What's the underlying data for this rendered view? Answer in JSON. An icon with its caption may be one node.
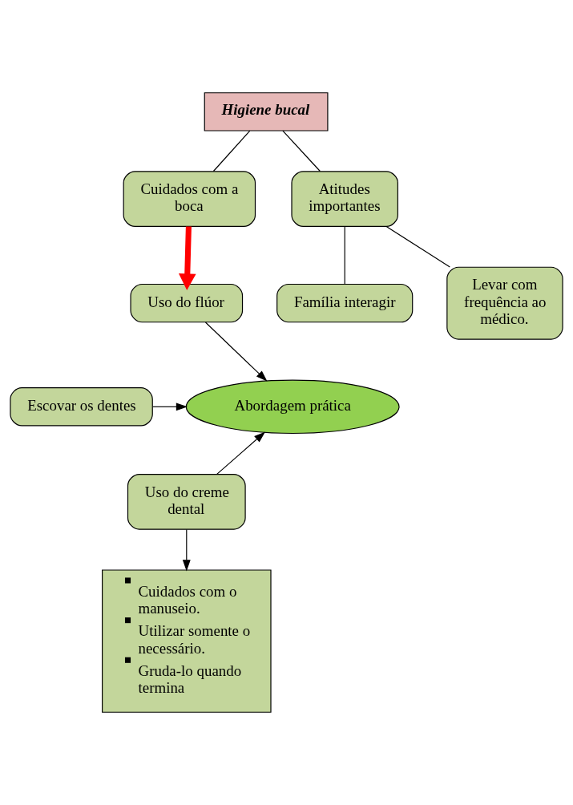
{
  "diagram": {
    "nodes": [
      {
        "text": [
          "Higiene bucal"
        ]
      },
      {
        "text": [
          "Cuidados com a boca"
        ]
      },
      {
        "text": [
          "Atitudes importantes"
        ]
      },
      {
        "text": [
          "Família interagir"
        ]
      },
      {
        "text": [
          "Levar com frequência ao médico."
        ]
      },
      {
        "text": [
          "Uso do flúor"
        ]
      },
      {
        "text": [
          "Escovar os dentes"
        ]
      },
      {
        "text": [
          "Uso do creme dental"
        ]
      },
      {
        "text": [
          "Abordagem prática"
        ]
      },
      {
        "text": [
          "Cuidados com o manuseio.",
          "Utilizar somente o necessário.",
          "Gruda-lo quando termina"
        ]
      }
    ],
    "edges": [
      {
        "from": 0,
        "to": 1,
        "arrow": "none"
      },
      {
        "from": 0,
        "to": 2,
        "arrow": "none"
      },
      {
        "from": 2,
        "to": 3,
        "arrow": "none"
      },
      {
        "from": 2,
        "to": 4,
        "arrow": "none"
      },
      {
        "from": 1,
        "to": 5,
        "arrow": "to",
        "style": "thick",
        "color": "#ff0000"
      },
      {
        "from": 5,
        "to": 8,
        "arrow": "to"
      },
      {
        "from": 6,
        "to": 8,
        "arrow": "to"
      },
      {
        "from": 7,
        "to": 8,
        "arrow": "to"
      },
      {
        "from": 7,
        "to": 9,
        "arrow": "to"
      }
    ]
  }
}
